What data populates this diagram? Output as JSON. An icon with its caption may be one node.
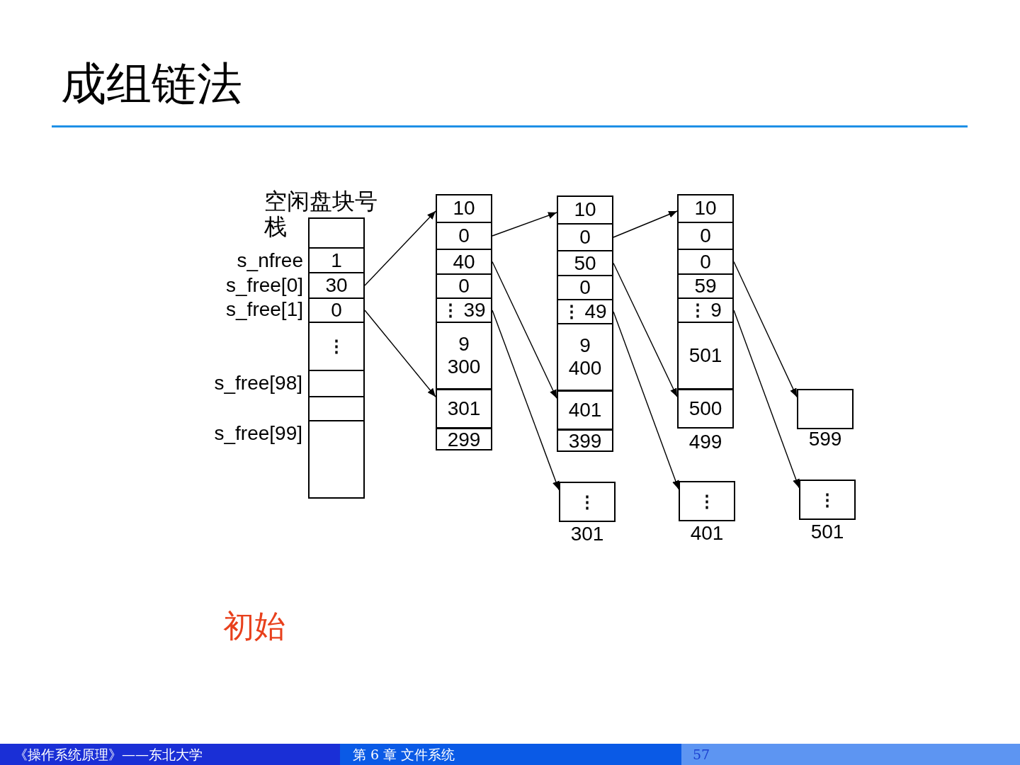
{
  "diagram": {
    "title": "成组链法",
    "nodes": [
      {
        "text": [
          "空闲盘块号栈"
        ]
      },
      {
        "text": [],
        "shape": "box",
        "in": 0
      },
      {
        "text": [
          "1"
        ],
        "in": 0,
        "beside": [
          "s_nfree"
        ]
      },
      {
        "text": [
          "30"
        ],
        "in": 0,
        "beside": [
          "s_free[0]"
        ]
      },
      {
        "text": [
          "0"
        ],
        "in": 0,
        "beside": [
          "s_free[1]"
        ]
      },
      {
        "text": [
          "⋮"
        ],
        "in": 0
      },
      {
        "text": [],
        "shape": "box",
        "in": 0,
        "beside": [
          "s_free[98]"
        ]
      },
      {
        "text": [],
        "shape": "box",
        "in": 0
      },
      {
        "text": [],
        "shape": "box",
        "in": 0,
        "beside": [
          "s_free[99]"
        ]
      },
      {
        "text": [],
        "shape": "box"
      },
      {
        "text": [
          "10"
        ],
        "in": 9
      },
      {
        "text": [
          "0"
        ],
        "in": 9
      },
      {
        "text": [
          "40"
        ],
        "in": 9
      },
      {
        "text": [
          "0"
        ],
        "in": 9
      },
      {
        "text": [
          "⋮",
          "39"
        ],
        "in": 9
      },
      {
        "text": [
          "9",
          "300"
        ],
        "in": 9
      },
      {
        "text": [
          "301"
        ],
        "in": 9
      },
      {
        "text": [
          "299"
        ],
        "in": 9
      },
      {
        "text": [],
        "shape": "box"
      },
      {
        "text": [
          "10"
        ],
        "in": 18
      },
      {
        "text": [
          "0"
        ],
        "in": 18
      },
      {
        "text": [
          "50"
        ],
        "in": 18
      },
      {
        "text": [
          "0"
        ],
        "in": 18
      },
      {
        "text": [
          "⋮",
          "49"
        ],
        "in": 18
      },
      {
        "text": [
          "9",
          "400"
        ],
        "in": 18
      },
      {
        "text": [
          "401"
        ],
        "in": 18
      },
      {
        "text": [
          "399"
        ],
        "in": 18
      },
      {
        "text": [],
        "shape": "box",
        "beside": [
          "499"
        ]
      },
      {
        "text": [
          "10"
        ],
        "in": 27
      },
      {
        "text": [
          "0"
        ],
        "in": 27
      },
      {
        "text": [
          "0"
        ],
        "in": 27
      },
      {
        "text": [
          "59"
        ],
        "in": 27
      },
      {
        "text": [
          "⋮",
          "9"
        ],
        "in": 27
      },
      {
        "text": [
          "501"
        ],
        "in": 27
      },
      {
        "text": [
          "500"
        ],
        "in": 27
      },
      {
        "text": [],
        "shape": "box",
        "beside": [
          "599"
        ]
      },
      {
        "text": [
          "⋮"
        ],
        "beside": [
          "301"
        ]
      },
      {
        "text": [
          "⋮"
        ],
        "beside": [
          "401"
        ]
      },
      {
        "text": [
          "⋮"
        ],
        "beside": [
          "501"
        ]
      }
    ],
    "edges": [
      {
        "from": 3,
        "to": 9,
        "arrow": "to"
      },
      {
        "from": 4,
        "to": 16,
        "arrow": "to"
      },
      {
        "from": 11,
        "to": 18,
        "arrow": "to"
      },
      {
        "from": 12,
        "to": 25,
        "arrow": "to"
      },
      {
        "from": 14,
        "to": 36,
        "arrow": "to"
      },
      {
        "from": 20,
        "to": 27,
        "arrow": "to"
      },
      {
        "from": 21,
        "to": 34,
        "arrow": "to"
      },
      {
        "from": 23,
        "to": 37,
        "arrow": "to"
      },
      {
        "from": 30,
        "to": 35,
        "arrow": "to"
      },
      {
        "from": 32,
        "to": 38,
        "arrow": "to"
      }
    ],
    "labels": [
      "初始",
      "《操作系统原理》——东北大学",
      "第 6 章 文件系统",
      "57"
    ]
  }
}
